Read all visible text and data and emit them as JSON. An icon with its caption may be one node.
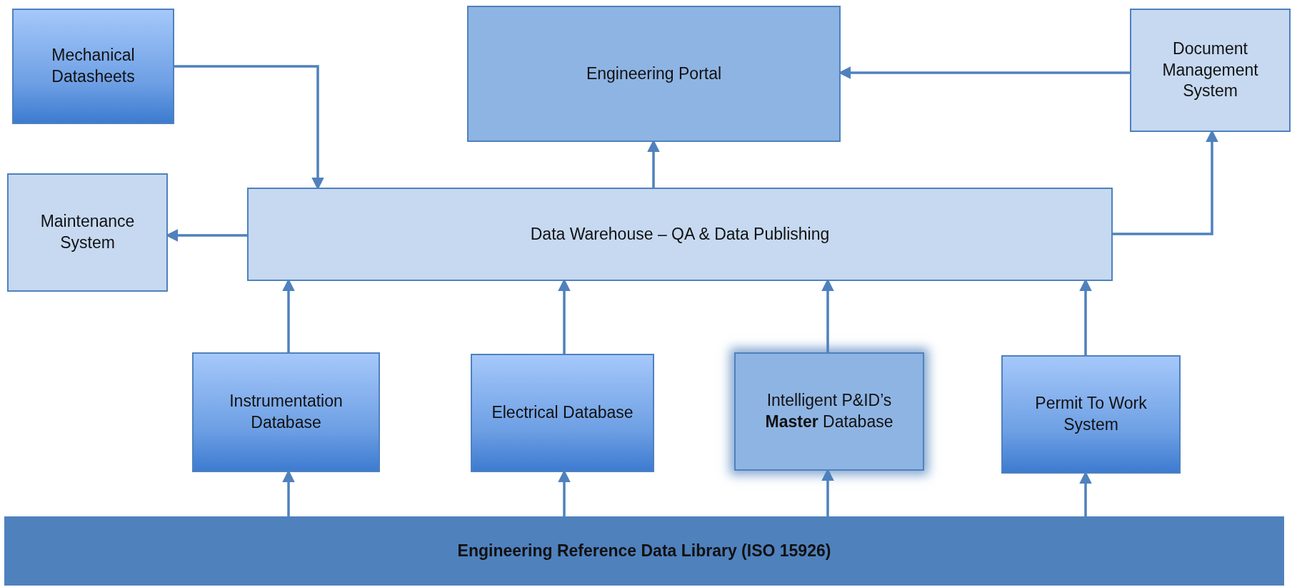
{
  "diagram": {
    "nodes": [
      {
        "text": [
          "Mechanical Datasheets"
        ]
      },
      {
        "text": [
          "Engineering  Portal"
        ]
      },
      {
        "text": [
          "Document Management System"
        ]
      },
      {
        "text": [
          "Maintenance System"
        ]
      },
      {
        "text": [
          "Data Warehouse – QA & Data Publishing"
        ]
      },
      {
        "text": [
          "Instrumentation Database"
        ]
      },
      {
        "text": [
          "Electrical Database"
        ]
      },
      {
        "text": [
          "Intelligent P&ID’s **Master** Database"
        ]
      },
      {
        "text": [
          "Permit To Work System"
        ]
      },
      {
        "text": [
          "Engineering  Reference Data Library (ISO 15926)"
        ]
      }
    ],
    "edges": [
      {
        "from": 0,
        "to": 4,
        "arrow": "to"
      },
      {
        "from": 4,
        "to": 1,
        "arrow": "to"
      },
      {
        "from": 2,
        "to": 1,
        "arrow": "to"
      },
      {
        "from": 4,
        "to": 2,
        "arrow": "to"
      },
      {
        "from": 4,
        "to": 3,
        "arrow": "to"
      },
      {
        "from": 5,
        "to": 4,
        "arrow": "to"
      },
      {
        "from": 6,
        "to": 4,
        "arrow": "to"
      },
      {
        "from": 7,
        "to": 4,
        "arrow": "to"
      },
      {
        "from": 8,
        "to": 4,
        "arrow": "to"
      },
      {
        "from": 9,
        "to": 5,
        "arrow": "to"
      },
      {
        "from": 9,
        "to": 6,
        "arrow": "to"
      },
      {
        "from": 9,
        "to": 7,
        "arrow": "to"
      },
      {
        "from": 9,
        "to": 8,
        "arrow": "to"
      }
    ]
  }
}
